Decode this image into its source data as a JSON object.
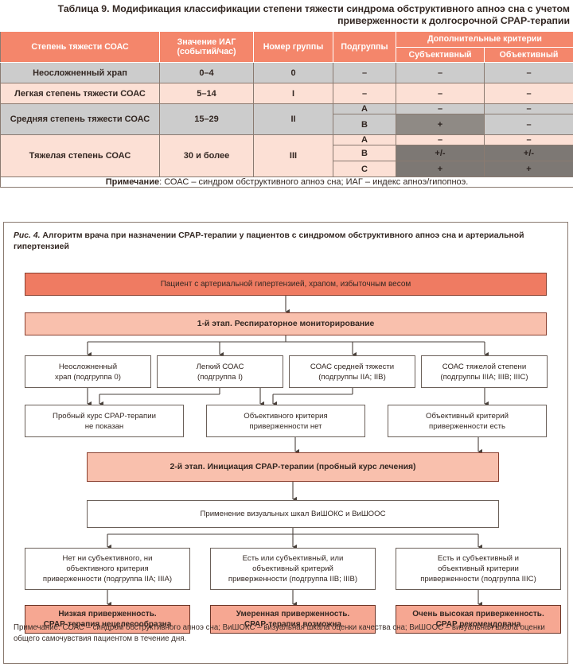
{
  "table": {
    "title": "Таблица 9. Модификация классификации степени тяжести синдрома обструктивного апноэ сна с учетом приверженности к долгосрочной CPAP-терапии",
    "headers": {
      "severity": "Степень тяжести СОАС",
      "ahi": "Значение ИАГ (событий/час)",
      "ahi_line1": "Значение ИАГ",
      "ahi_line2": "(событий/час)",
      "group": "Номер группы",
      "subgroups": "Подгруппы",
      "extra": "Дополнительные критерии",
      "subjective": "Субъективный",
      "objective": "Объективный"
    },
    "rows": [
      {
        "severity": "Неосложненный храп",
        "ahi": "0–4",
        "group": "0",
        "shade": "gray",
        "subrows": [
          {
            "subgroup": "–",
            "subjective": "–",
            "objective": "–",
            "subj_dark": false,
            "obj_dark": false
          }
        ]
      },
      {
        "severity": "Легкая степень тяжести СОАС",
        "ahi": "5–14",
        "group": "I",
        "shade": "pink",
        "subrows": [
          {
            "subgroup": "–",
            "subjective": "–",
            "objective": "–",
            "subj_dark": false,
            "obj_dark": false
          }
        ]
      },
      {
        "severity": "Средняя степень тяжести СОАС",
        "ahi": "15–29",
        "group": "II",
        "shade": "gray",
        "subrows": [
          {
            "subgroup": "A",
            "subjective": "–",
            "objective": "–",
            "subj_dark": false,
            "obj_dark": false
          },
          {
            "subgroup": "B",
            "subjective": "+",
            "objective": "–",
            "subj_dark": true,
            "obj_dark": false
          }
        ]
      },
      {
        "severity": "Тяжелая степень СОАС",
        "ahi": "30 и более",
        "group": "III",
        "shade": "pink",
        "subrows": [
          {
            "subgroup": "A",
            "subjective": "–",
            "objective": "–",
            "subj_dark": false,
            "obj_dark": false
          },
          {
            "subgroup": "B",
            "subjective": "+/-",
            "objective": "+/-",
            "subj_dark": true,
            "obj_dark": true
          },
          {
            "subgroup": "C",
            "subjective": "+",
            "objective": "+",
            "subj_dark": true,
            "obj_dark": true
          }
        ]
      }
    ],
    "note_label": "Примечание",
    "note_text": ": СОАС – синдром обструктивного апноэ сна; ИАГ – индекс апноэ/гипопноэ."
  },
  "figure": {
    "caption_label": "Рис. 4.",
    "caption_text": " Алгоритм врача при назначении CPAP-терапии у пациентов с синдромом обструктивного апноэ сна и артериальной гипертензией",
    "nodes": {
      "patient": "Пациент с артериальной гипертензией, храпом, избыточным весом",
      "stage1": "1-й этап. Респираторное мониторирование",
      "sev1_l1": "Неосложненный",
      "sev1_l2": "храп (подгруппа 0)",
      "sev2_l1": "Легкий СОАС",
      "sev2_l2": "(подгруппа I)",
      "sev3_l1": "СОАС средней тяжести",
      "sev3_l2": "(подгруппы IIА; IIВ)",
      "sev4_l1": "СОАС тяжелой степени",
      "sev4_l2": "(подгруппы IIIА; IIIВ; IIIС)",
      "res1_l1": "Пробный курс CPAP-терапии",
      "res1_l2": "не показан",
      "res2_l1": "Объективного критерия",
      "res2_l2": "приверженности нет",
      "res3_l1": "Объективный критерий",
      "res3_l2": "приверженности есть",
      "stage2": "2-й этап. Инициация CPAP-терапии (пробный курс лечения)",
      "scales": "Применение визуальных шкал ВиШОКС и ВиШООС",
      "crit1_l1": "Нет ни субъективного, ни",
      "crit1_l2": "объективного критерия",
      "crit1_l3": "приверженности (подгруппа IIА; IIIА)",
      "crit2_l1": "Есть или субъективный, или",
      "crit2_l2": "объективный критерий",
      "crit2_l3": "приверженности (подгруппа IIВ; IIIВ)",
      "crit3_l1": "Есть и субъективный и",
      "crit3_l2": "объективный критерии",
      "crit3_l3": "приверженности (подгруппа IIIС)",
      "out1_l1": "Низкая приверженность.",
      "out1_l2": "CPAP-терапия нецелесообразна",
      "out2_l1": "Умеренная приверженность.",
      "out2_l2": "CPAP-терапия возможна",
      "out3_l1": "Очень высокая приверженность.",
      "out3_l2": "CPAP рекомендована"
    },
    "note": "Примечание: СОАС – синдром обструктивного апноэ сна; ВиШОКС – визуальная шкала оценки качества сна; ВиШООС – визуальная шкала оценки общего самочувствия пациентом в течение дня."
  },
  "colors": {
    "header_red": "#f4866b",
    "box_red": "#ef7b62",
    "box_pink": "#f9c0ad",
    "box_pink_dark": "#f6a792",
    "row_gray": "#cccccc",
    "row_pink": "#fce0d5",
    "cell_dark": "#8f8a85",
    "border": "#8a7a70",
    "text": "#332722"
  }
}
